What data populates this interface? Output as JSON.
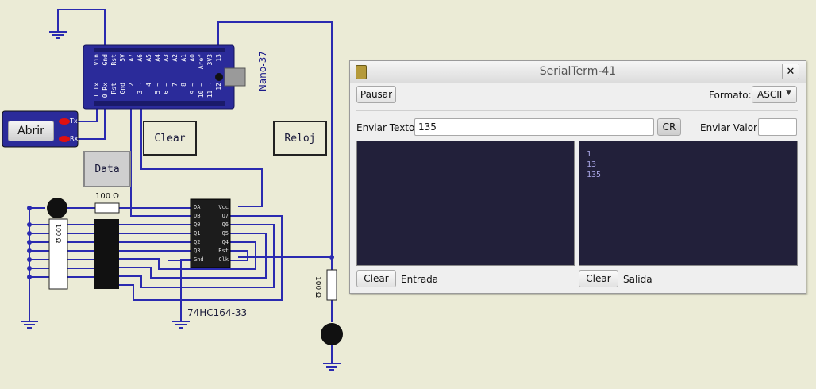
{
  "circuit": {
    "board_label": "Nano-37",
    "board_top_pins": [
      "Vin",
      "Gnd",
      "Rst",
      "5V",
      "A7",
      "A6",
      "A5",
      "A4",
      "A3",
      "A2",
      "A1",
      "A0",
      "Aref",
      "3V3",
      "13"
    ],
    "board_bottom_pins": [
      "1 Tx",
      "0 Rx",
      "Rst",
      "Gnd",
      "2",
      "3 ~",
      "4",
      "5 ~",
      "6 ~",
      "7",
      "8",
      "9 ~",
      "10 ~",
      "11 ~",
      "12"
    ],
    "open_button": "Abrir",
    "tx_label": "Tx",
    "rx_label": "Rx",
    "clear_box": "Clear",
    "clock_box": "Reloj",
    "data_box": "Data",
    "resistor_top_label": "100 Ω",
    "resistor_array_label": "100 Ω",
    "resistor_right_label": "100 Ω",
    "chip_label": "74HC164-33",
    "chip_left_pins": [
      "DA",
      "DB",
      "Q0",
      "Q1",
      "Q2",
      "Q3",
      "Gnd"
    ],
    "chip_right_pins": [
      "Vcc",
      "Q7",
      "Q6",
      "Q5",
      "Q4",
      "Rst",
      "Clk"
    ]
  },
  "terminal": {
    "title": "SerialTerm-41",
    "close_label": "✕",
    "pause_button": "Pausar",
    "format_label": "Formato:",
    "format_value": "ASCII",
    "send_text_label": "Enviar Texto:",
    "send_text_value": "135",
    "cr_button": "CR",
    "send_value_label": "Enviar Valor:",
    "send_value_value": "",
    "input_clear_button": "Clear",
    "input_label": "Entrada",
    "output_clear_button": "Clear",
    "output_label": "Salida",
    "output_lines": [
      "1",
      "13",
      "135"
    ]
  },
  "colors": {
    "background": "#ebebd6",
    "wire": "#2a2ab0",
    "board": "#2b2b9a",
    "panel": "#22203a",
    "panel_text": "#a9a6e6"
  }
}
